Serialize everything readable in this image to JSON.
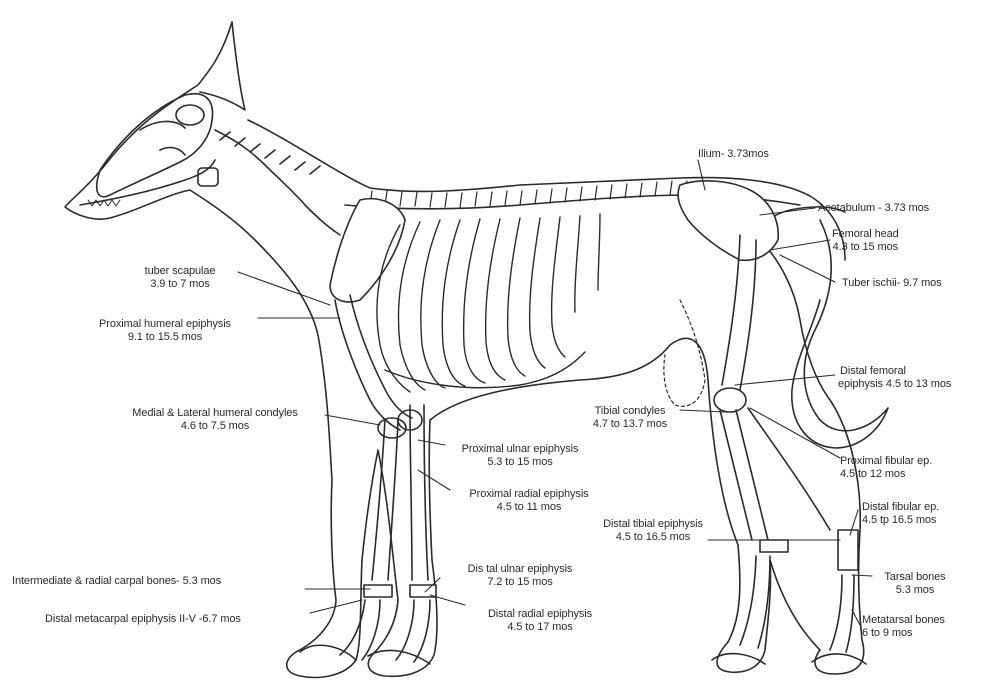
{
  "labels": {
    "ilium": {
      "line1": "Ilium- 3.73mos"
    },
    "acetabulum": {
      "line1": "Acetabulum - 3.73 mos"
    },
    "femoral_head": {
      "line1": "Femoral head",
      "line2": "4.3 to 15 mos"
    },
    "tuber_ischii": {
      "line1": "Tuber ischii- 9.7 mos"
    },
    "tuber_scapulae": {
      "line1": "tuber scapulae",
      "line2": "3.9 to 7 mos"
    },
    "proximal_humeral": {
      "line1": "Proximal humeral epiphysis",
      "line2": "9.1 to 15.5 mos"
    },
    "humeral_condyles": {
      "line1": "Medial & Lateral humeral condyles",
      "line2": "4.6 to 7.5 mos"
    },
    "proximal_ulnar": {
      "line1": "Proximal ulnar epiphysis",
      "line2": "5.3 to 15 mos"
    },
    "proximal_radial": {
      "line1": "Proximal radial epiphysis",
      "line2": "4.5 to 11 mos"
    },
    "distal_femoral": {
      "line1": "Distal femoral",
      "line2": "epiphysis 4.5 to 13 mos"
    },
    "tibial_condyles": {
      "line1": "Tibial condyles",
      "line2": "4.7 to 13.7 mos"
    },
    "proximal_fibular": {
      "line1": "Proximal fibular ep.",
      "line2": "4.5 to 12 mos"
    },
    "distal_fibular": {
      "line1": "Distal fibular ep.",
      "line2": "4.5 tp 16.5 mos"
    },
    "distal_tibial": {
      "line1": "Distal tibial epiphysis",
      "line2": "4.5 to 16.5 mos"
    },
    "distal_ulnar": {
      "line1": "Dis tal ulnar epiphysis",
      "line2": "7.2 to 15 mos"
    },
    "carpal_bones": {
      "line1": "Intermediate & radial carpal bones- 5.3 mos"
    },
    "distal_metacarpal": {
      "line1": "Distal metacarpal epiphysis II-V -6.7 mos"
    },
    "distal_radial": {
      "line1": "Distal radial epiphysis",
      "line2": "4.5 to 17 mos"
    },
    "tarsal_bones": {
      "line1": "Tarsal bones",
      "line2": "5.3 mos"
    },
    "metatarsal_bones": {
      "line1": "Metatarsal bones",
      "line2": "6 to 9 mos"
    }
  },
  "colors": {
    "line": "#2b2b2b",
    "bone_fill": "#ffffff",
    "text": "#2a2a2a"
  }
}
